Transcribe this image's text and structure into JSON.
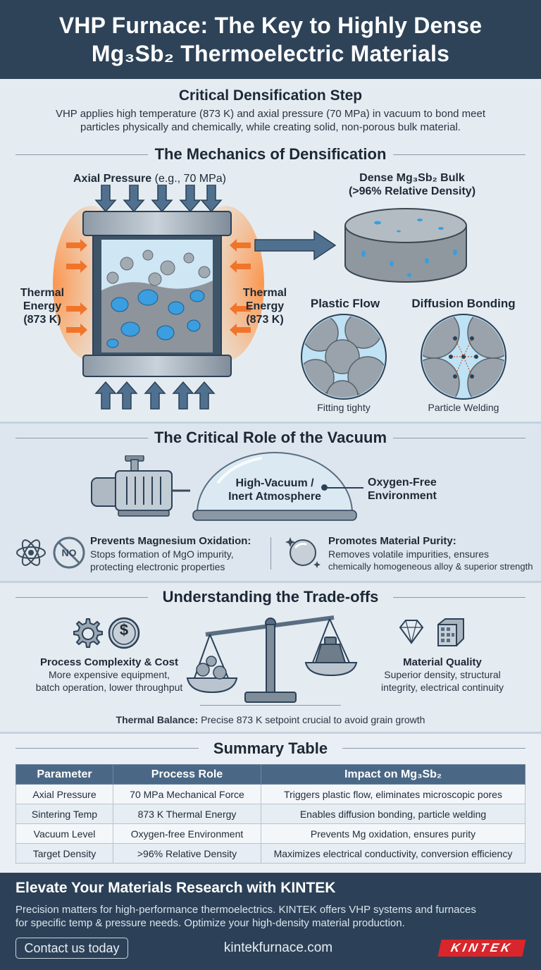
{
  "header": {
    "title_line1": "VHP Furnace: The Key to Highly Dense",
    "title_line2": "Mg₃Sb₂ Thermoelectric Materials"
  },
  "critical_step": {
    "heading": "Critical Densification Step",
    "line1": "VHP applies high temperature (873 K) and axial pressure (70 MPa) in vacuum to bond meet",
    "line2": "particles physically and chemically, while creating solid, non-porous bulk material."
  },
  "mechanics": {
    "heading": "The Mechanics of Densification",
    "axial_pressure_bold": "Axial Pressure",
    "axial_pressure_rest": " (e.g., 70 MPa)",
    "thermal_left": [
      "Thermal",
      "Energy",
      "(873 K)"
    ],
    "thermal_right": [
      "Thermal",
      "Energy",
      "(873 K)"
    ],
    "dense_bulk_line1": "Dense Mg₃Sb₂ Bulk",
    "dense_bulk_line2": "(>96% Relative Density)",
    "plastic_flow": "Plastic Flow",
    "diffusion_bonding": "Diffusion Bonding",
    "fitting_tighty": "Fitting tighty",
    "particle_welding": "Particle Welding"
  },
  "vacuum": {
    "heading": "The Critical Role of the Vacuum",
    "dome_line1": "High-Vacuum /",
    "dome_line2": "Inert Atmosphere",
    "oxygen_line1": "Oxygen-Free",
    "oxygen_line2": "Environment",
    "no_badge": "NO",
    "prevents_title": "Prevents Magnesium Oxidation:",
    "prevents_line1": "Stops formation of MgO impurity,",
    "prevents_line2": "protecting electronic properties",
    "promotes_title": "Promotes Material Purity:",
    "promotes_line1": "Removes volatile impurities, ensures",
    "promotes_line2": "chemically homogeneous alloy & superior strength"
  },
  "tradeoffs": {
    "heading": "Understanding the Trade-offs",
    "complexity_title": "Process Complexity & Cost",
    "complexity_line1": "More expensive equipment,",
    "complexity_line2": "batch operation, lower throughput",
    "quality_title": "Material Quality",
    "quality_line1": "Superior density, structural",
    "quality_line2": "integrity, electrical continuity",
    "balance_bold": "Thermal Balance:",
    "balance_rest": " Precise 873 K setpoint crucial to avoid grain growth",
    "dollar": "$"
  },
  "summary": {
    "heading": "Summary Table",
    "columns": [
      "Parameter",
      "Process Role",
      "Impact on Mg₃Sb₂"
    ],
    "rows": [
      [
        "Axial Pressure",
        "70 MPa Mechanical Force",
        "Triggers plastic flow, eliminates microscopic pores"
      ],
      [
        "Sintering Temp",
        "873 K Thermal Energy",
        "Enables diffusion bonding, particle welding"
      ],
      [
        "Vacuum Level",
        "Oxygen-free Environment",
        "Prevents Mg oxidation, ensures purity"
      ],
      [
        "Target Density",
        ">96% Relative Density",
        "Maximizes electrical conductivity, conversion efficiency"
      ]
    ]
  },
  "footer": {
    "title": "Elevate Your Materials Research with KINTEK",
    "line1": "Precision matters for high-performance thermoelectrics. KINTEK offers VHP systems and furnaces",
    "line2": "for specific temp & pressure needs. Optimize your high-density material production.",
    "contact": "Contact us today",
    "url": "kintekfurnace.com",
    "brand": "KINTEK"
  },
  "colors": {
    "header_bg": "#2e4358",
    "arrow_blue": "#50708f",
    "heat_orange": "#f0742a",
    "pore_blue": "#3a9ee0",
    "brand_red": "#d8262c"
  }
}
